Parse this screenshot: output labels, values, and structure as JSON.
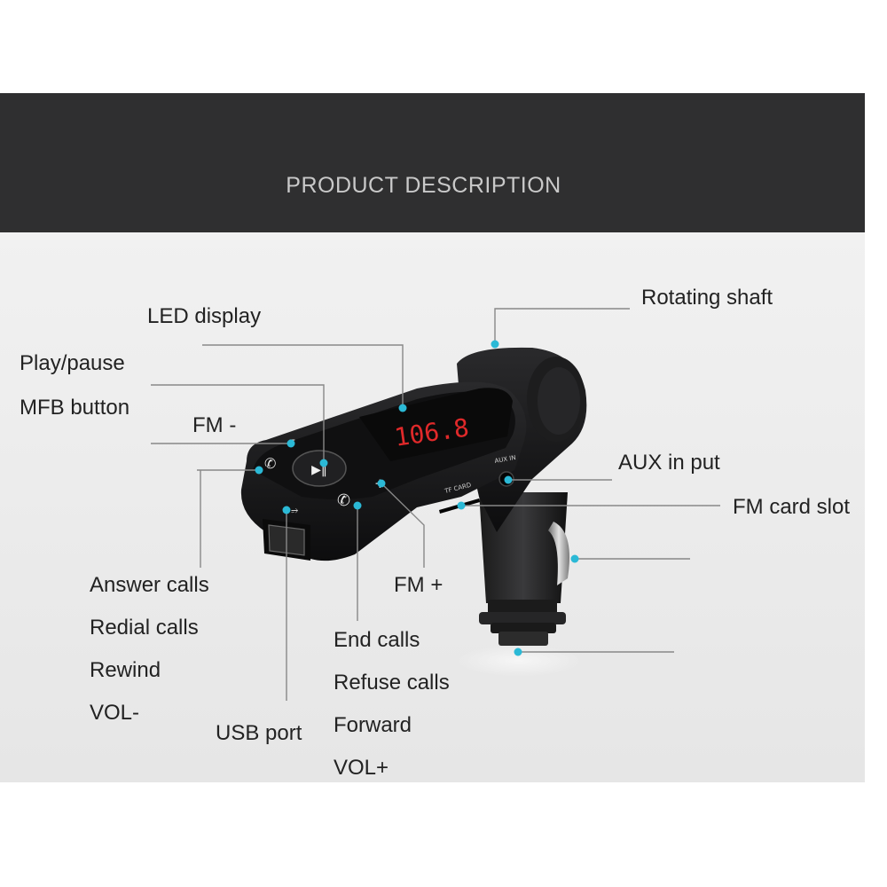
{
  "header": {
    "title": "PRODUCT  DESCRIPTION"
  },
  "device": {
    "led_text": "106.8",
    "slot_label": "TF CARD",
    "aux_label": "AUX IN",
    "play_button_glyph": "▶‖",
    "minus_glyph": "–",
    "plus_glyph": "+"
  },
  "colors": {
    "header_band": "#2f2f30",
    "accent_dot": "#2bb9d6",
    "led": "#e0292a",
    "device_body": "#141414"
  },
  "labels": {
    "led_display": "LED display",
    "play_pause": "Play/pause",
    "mfb_button": "MFB button",
    "fm_minus": "FM -",
    "rotating_shaft": "Rotating shaft",
    "aux_input": "AUX in put",
    "fm_card_slot": "FM card slot",
    "fm_plus": "FM +",
    "usb_port": "USB port",
    "answer_group": [
      "Answer calls",
      "Redial calls",
      "Rewind",
      "VOL-"
    ],
    "end_group": [
      "End calls",
      "Refuse calls",
      "Forward",
      "VOL+"
    ]
  }
}
